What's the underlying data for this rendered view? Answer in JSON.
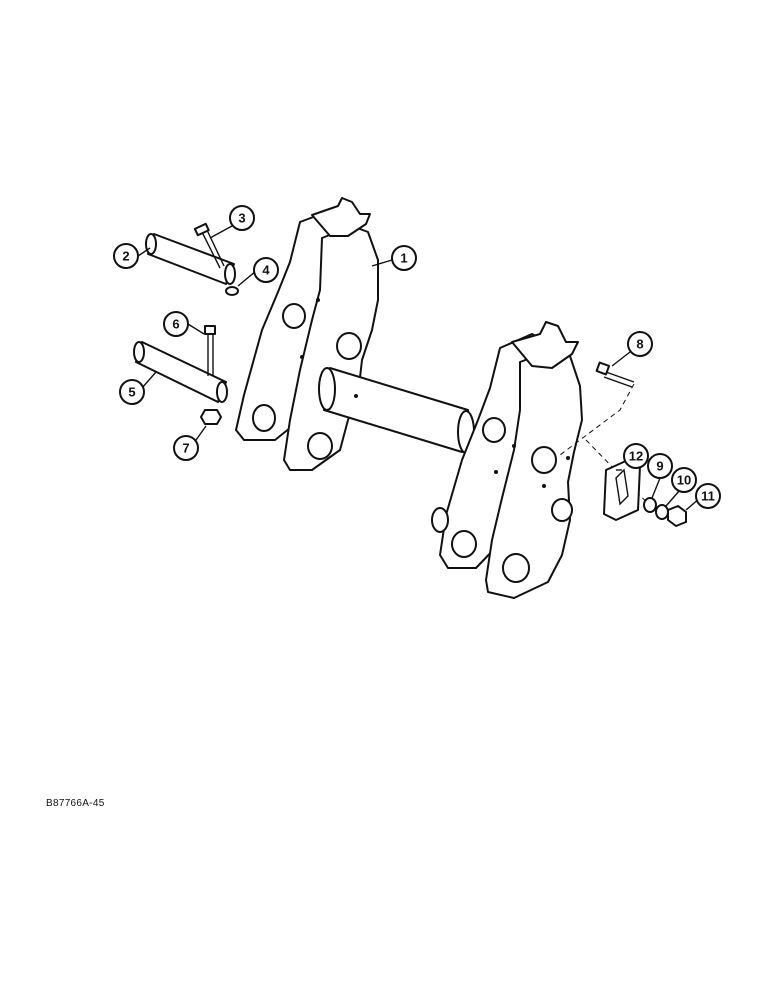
{
  "callouts": [
    "1",
    "2",
    "3",
    "4",
    "5",
    "6",
    "7",
    "8",
    "9",
    "10",
    "11",
    "12"
  ],
  "figure_id": "B87766A-45",
  "parts": {
    "frame": "quick-attach-frame",
    "pins": [
      "pin-upper",
      "pin-lower"
    ],
    "hardware": [
      "bolt",
      "nut",
      "bolt",
      "nut",
      "bolt",
      "plate",
      "washer",
      "lock-washer",
      "nut"
    ]
  }
}
